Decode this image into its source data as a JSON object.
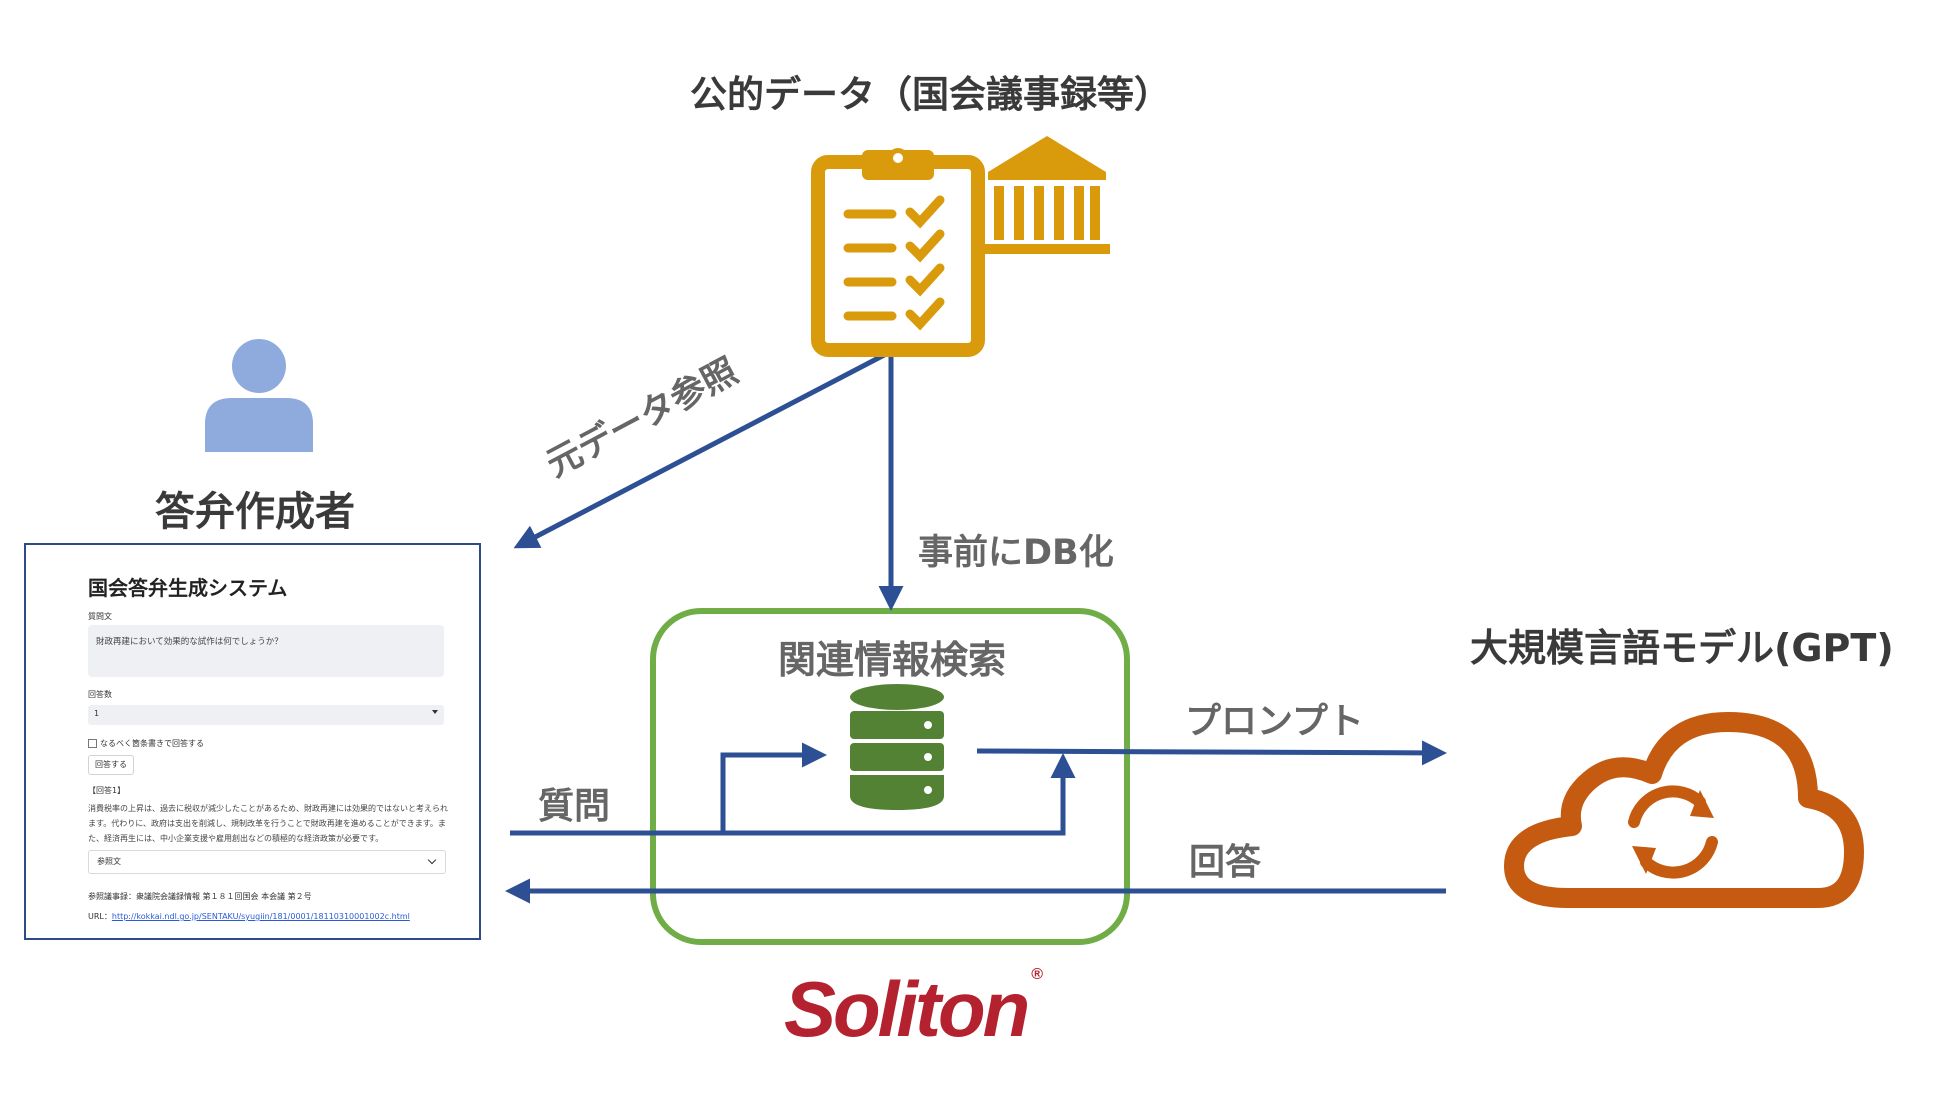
{
  "header": {
    "title": "公的データ（国会議事録等）"
  },
  "actors": {
    "user": "答弁作成者",
    "search": "関連情報検索",
    "llm": "大規模言語モデル(GPT)"
  },
  "arrows": {
    "reference": "元データ参照",
    "db": "事前にDB化",
    "question": "質問",
    "prompt": "プロンプト",
    "answer": "回答"
  },
  "app": {
    "title": "国会答弁生成システム",
    "question_label": "質問文",
    "question_value": "財政再建において効果的な試作は何でしょうか？",
    "count_label": "回答数",
    "count_value": "1",
    "checkbox_label": "なるべく箇条書きで回答する",
    "submit_label": "回答する",
    "answer_heading": "【回答1】",
    "answer_text": "消費税率の上昇は、過去に税収が減少したことがあるため、財政再建には効果的ではないと考えられます。代わりに、政府は支出を削減し、規制改革を行うことで財政再建を進めることができます。また、経済再生には、中小企業支援や雇用創出などの積極的な経済政策が必要です。",
    "reference_label": "参照文",
    "source_text": "参照議事録：衆議院会議録情報 第１８１回国会 本会議 第２号",
    "url_label": "URL：",
    "url_value": "http://kokkai.ndl.go.jp/SENTAKU/syugiin/181/0001/18110310001002c.html"
  },
  "brand": {
    "name": "Soliton",
    "mark": "®"
  },
  "colors": {
    "arrow": "#2d4f94",
    "gold": "#d99a0b",
    "green_box": "#70ad47",
    "db_green": "#548235",
    "cloud": "#c55a11",
    "person": "#8faadc",
    "brand_red": "#b5222f"
  },
  "icons": [
    "clipboard-checklist-icon",
    "bank-building-icon",
    "person-icon",
    "database-icon",
    "cloud-sync-icon"
  ]
}
